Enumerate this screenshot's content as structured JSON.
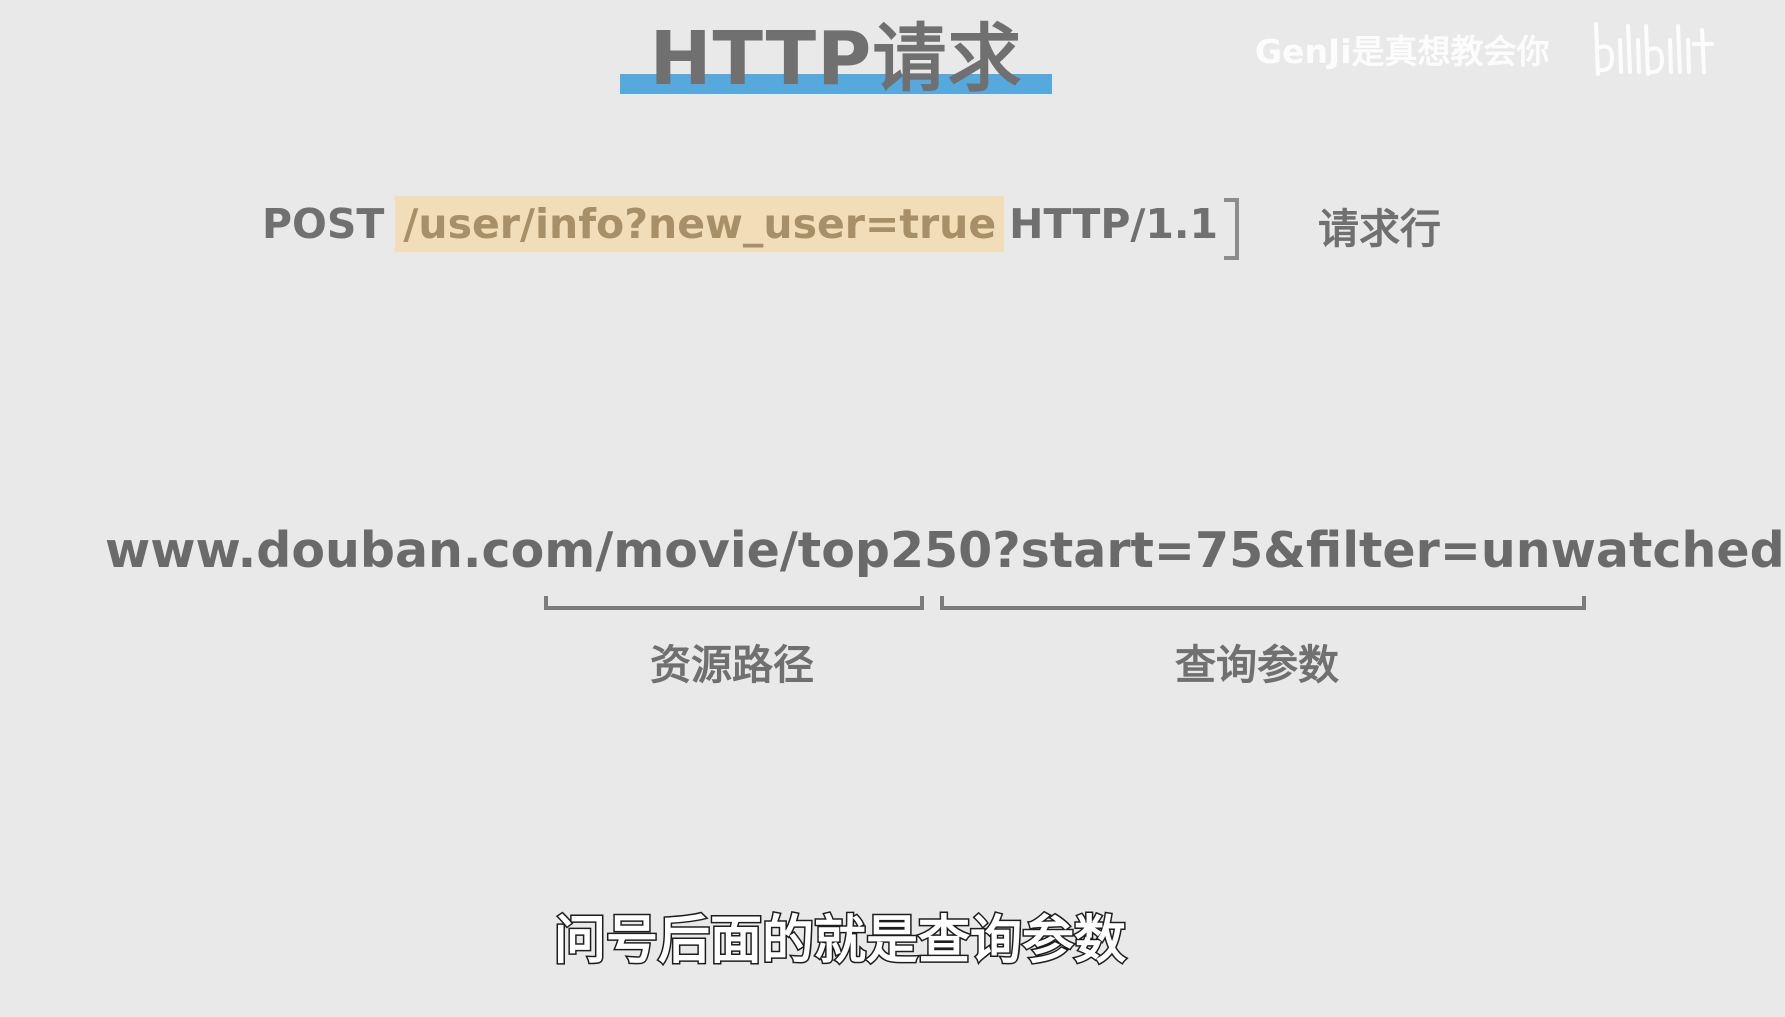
{
  "title": {
    "text": "HTTP请求",
    "underline_color": "#56a9dd"
  },
  "watermark": {
    "text": "GenJi是真想教会你",
    "logo": "bilibili-logo"
  },
  "request_line": {
    "method": "POST",
    "path": "/user/info?new_user=true",
    "version": "HTTP/1.1",
    "label": "请求行",
    "highlight_color": "#f1deb9"
  },
  "url_example": {
    "host": "www.douban.com",
    "path": "/movie/top250",
    "query": "?start=75&filter=unwatched",
    "path_label": "资源路径",
    "query_label": "查询参数"
  },
  "subtitle": "问号后面的就是查询参数"
}
